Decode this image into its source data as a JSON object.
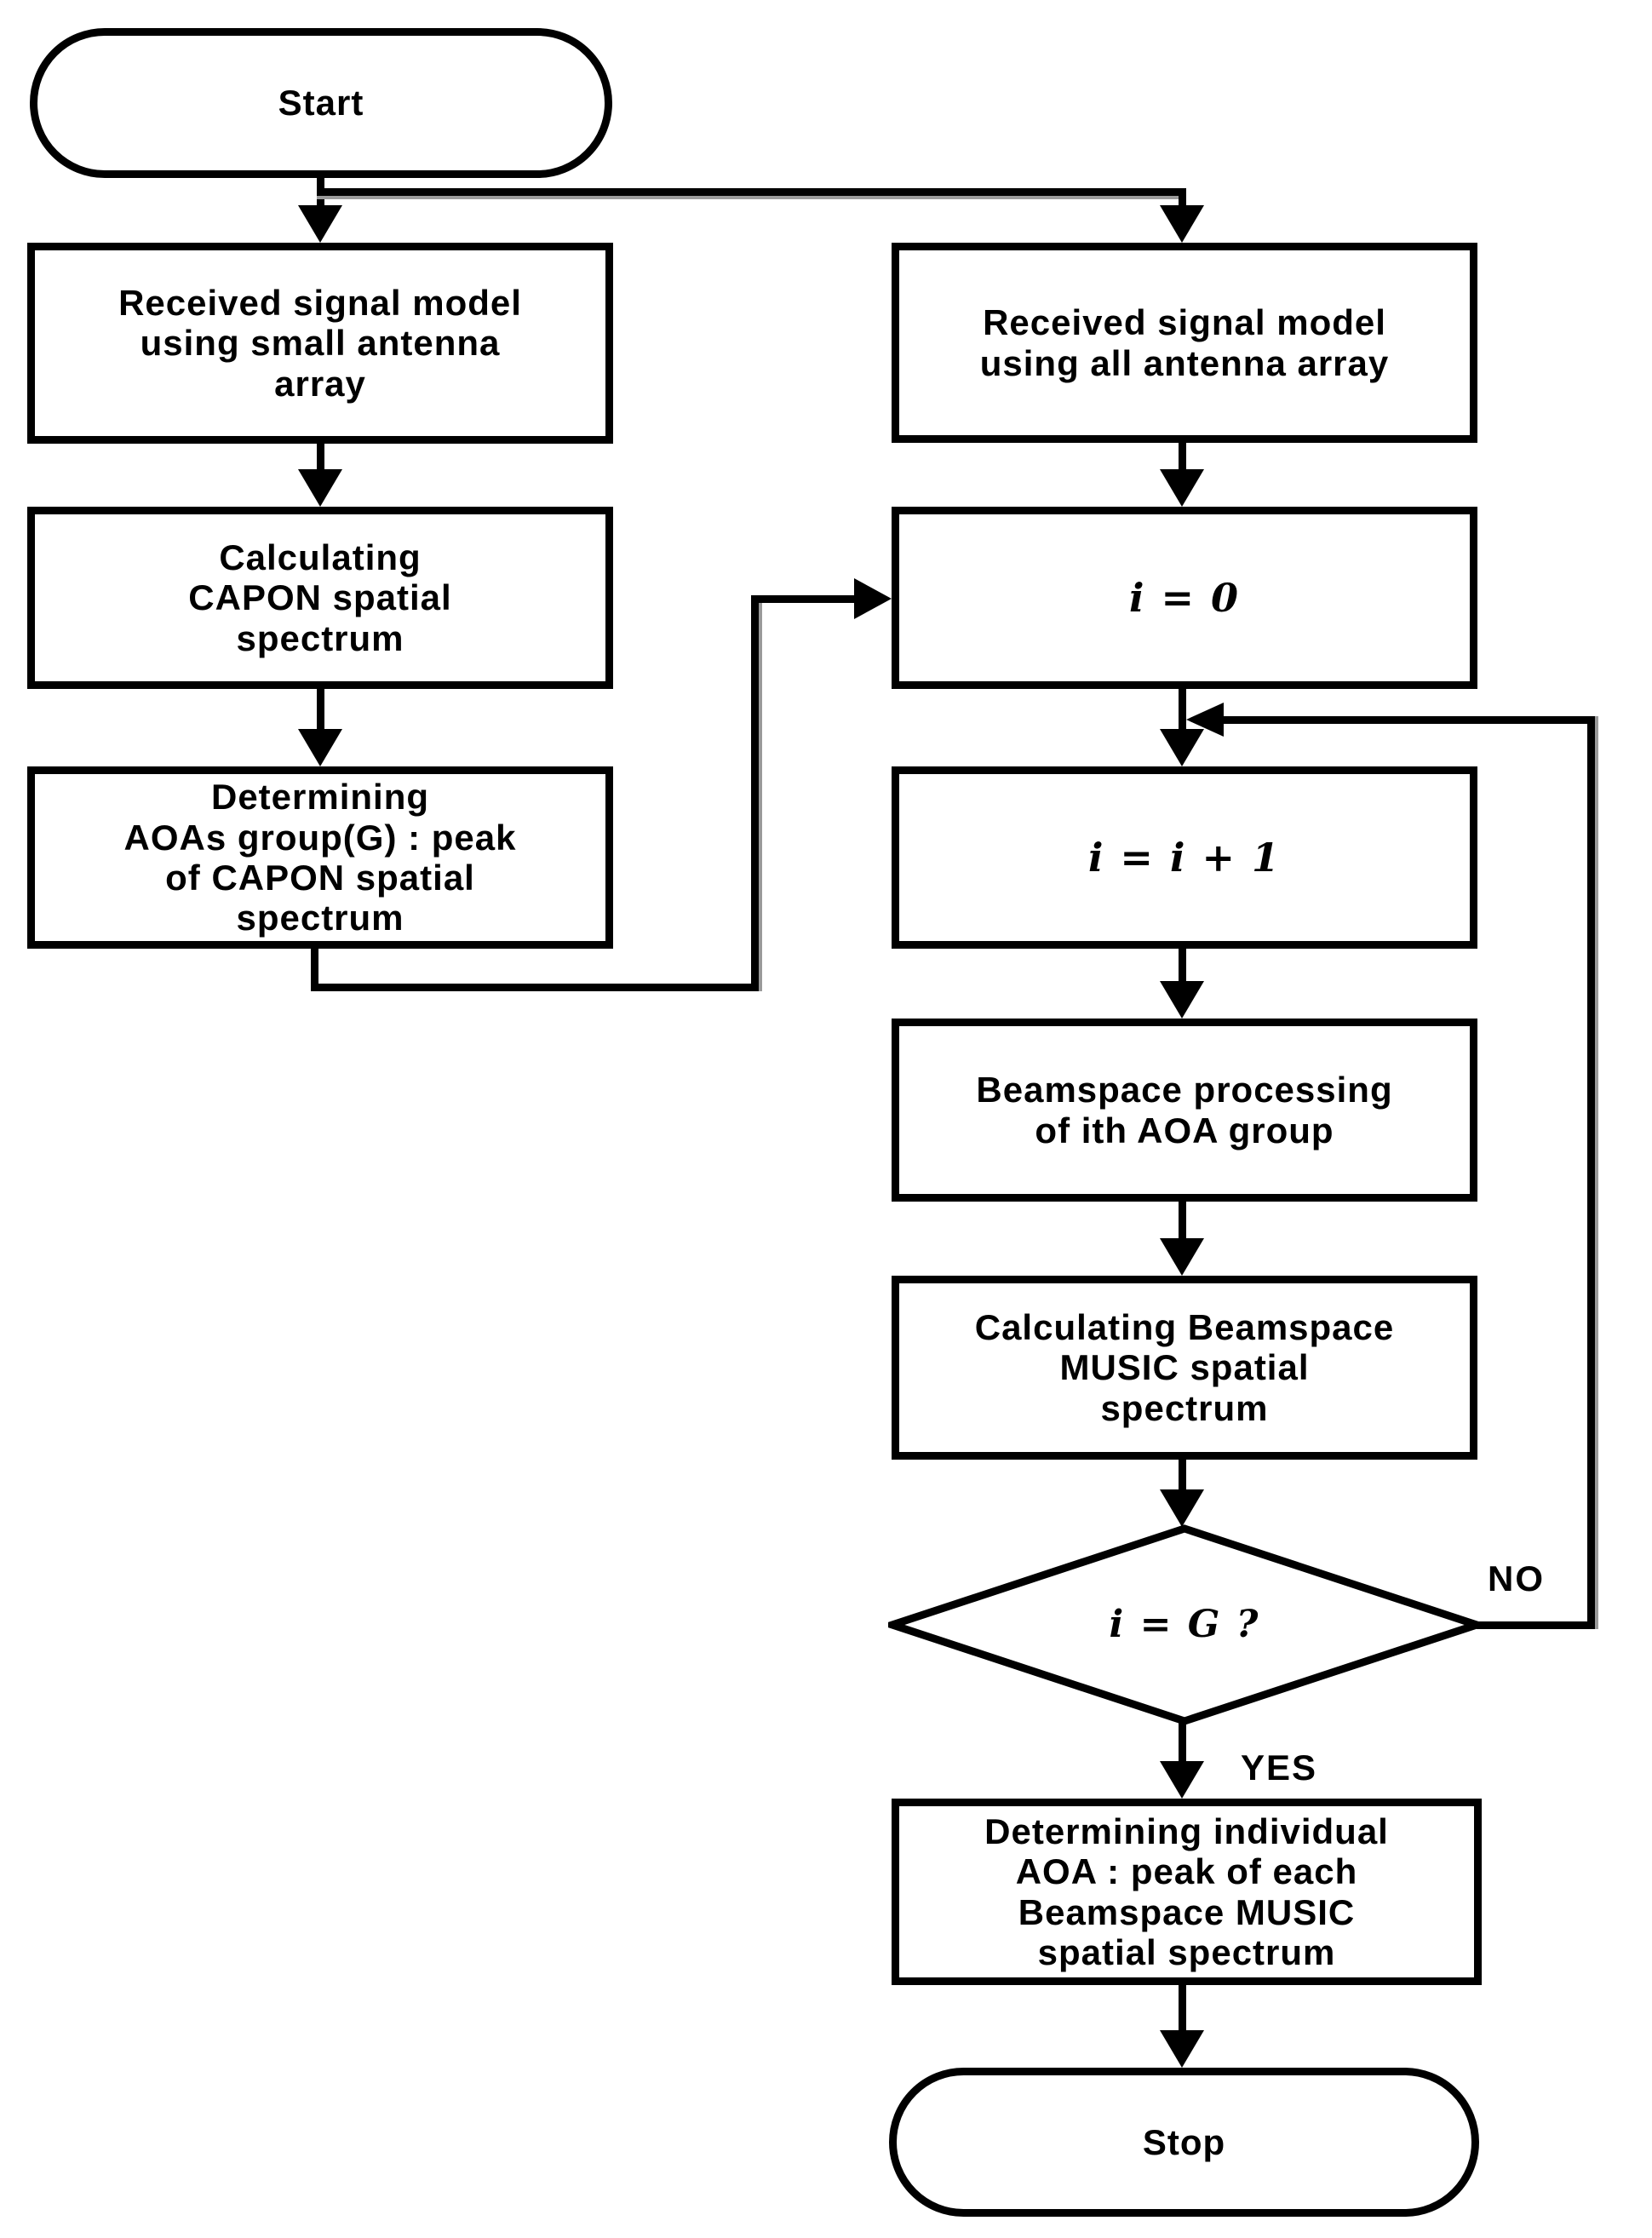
{
  "diagram": {
    "title": "Beamspace MUSIC AOA estimation flowchart",
    "colors": {
      "background": "#ffffff",
      "line": "#000000",
      "text": "#000000",
      "line_shadow": "#9a9a9a"
    },
    "nodes": {
      "start": {
        "type": "terminator",
        "label": "Start"
      },
      "received_small": {
        "type": "process",
        "label": [
          "Received signal model",
          "using small antenna",
          "array"
        ]
      },
      "calc_capon": {
        "type": "process",
        "label": [
          "Calculating",
          "CAPON spatial",
          "spectrum"
        ]
      },
      "determining_aoas": {
        "type": "process",
        "label": [
          "Determining",
          "AOAs group(G) : peak",
          "of CAPON spatial",
          "spectrum"
        ]
      },
      "received_all": {
        "type": "process",
        "label": [
          "Received signal model",
          "using all antenna array"
        ]
      },
      "i_init": {
        "type": "process",
        "label": "i = 0"
      },
      "i_increment": {
        "type": "process",
        "label": "i = i + 1"
      },
      "beamspace_processing": {
        "type": "process",
        "label": [
          "Beamspace processing",
          "of ith AOA group"
        ]
      },
      "calc_beamspace_music": {
        "type": "process",
        "label": [
          "Calculating Beamspace",
          "MUSIC spatial",
          "spectrum"
        ]
      },
      "decision_i_equals_g": {
        "type": "decision",
        "label": "i = G ?"
      },
      "determining_individual": {
        "type": "process",
        "label": [
          "Determining individual",
          "AOA : peak of each",
          "Beamspace MUSIC",
          "spatial spectrum"
        ]
      },
      "stop": {
        "type": "terminator",
        "label": "Stop"
      }
    },
    "edge_labels": {
      "no": "NO",
      "yes": "YES"
    },
    "edges": [
      {
        "from": "start",
        "to": "received_small",
        "label": ""
      },
      {
        "from": "start",
        "to": "received_all",
        "label": ""
      },
      {
        "from": "received_small",
        "to": "calc_capon",
        "label": ""
      },
      {
        "from": "calc_capon",
        "to": "determining_aoas",
        "label": ""
      },
      {
        "from": "determining_aoas",
        "to": "i_init",
        "label": ""
      },
      {
        "from": "received_all",
        "to": "i_init",
        "label": ""
      },
      {
        "from": "i_init",
        "to": "i_increment",
        "label": ""
      },
      {
        "from": "i_increment",
        "to": "beamspace_processing",
        "label": ""
      },
      {
        "from": "beamspace_processing",
        "to": "calc_beamspace_music",
        "label": ""
      },
      {
        "from": "calc_beamspace_music",
        "to": "decision_i_equals_g",
        "label": ""
      },
      {
        "from": "decision_i_equals_g",
        "to": "i_increment",
        "label": "NO"
      },
      {
        "from": "decision_i_equals_g",
        "to": "determining_individual",
        "label": "YES"
      },
      {
        "from": "determining_individual",
        "to": "stop",
        "label": ""
      }
    ]
  }
}
